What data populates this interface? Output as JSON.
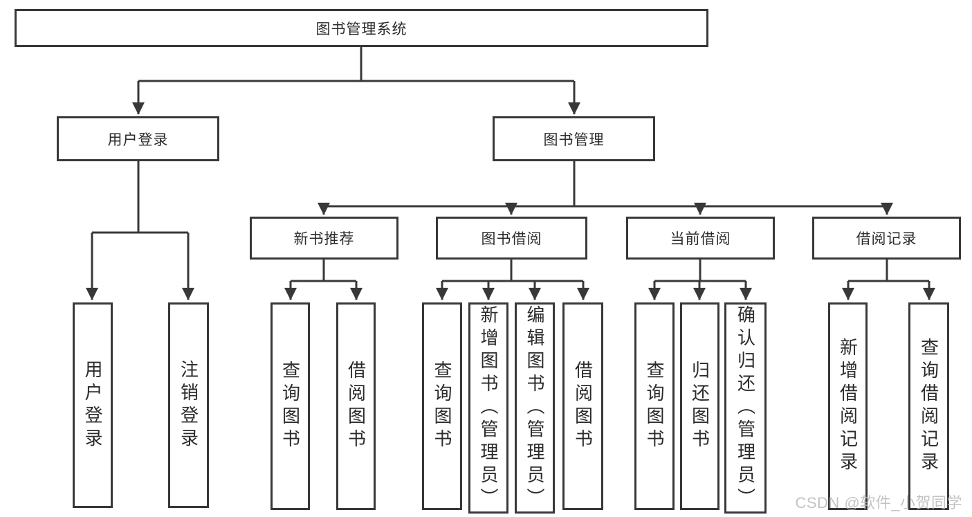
{
  "diagram": {
    "colors": {
      "line": "#383838",
      "text": "#2b2b2b",
      "box_bg": "#ffffff",
      "bg": "#ffffff",
      "watermark": "#b9b9b9"
    },
    "nodes": {
      "root": "图书管理系统",
      "user_login": "用户登录",
      "book_mgmt": "图书管理",
      "new_book_rec": "新书推荐",
      "book_borrow": "图书借阅",
      "current_borrow": "当前借阅",
      "borrow_record": "借阅记录",
      "leaf_user_login": "用户登录",
      "leaf_logout": "注销登录",
      "leaf_query_book_rec": "查询图书",
      "leaf_borrow_book_rec": "借阅图书",
      "leaf_query_book_bor": "查询图书",
      "leaf_add_book": "新增图书（管理员）",
      "leaf_edit_book": "编辑图书（管理员）",
      "leaf_borrow_book_bor": "借阅图书",
      "leaf_query_book_cur": "查询图书",
      "leaf_return_book": "归还图书",
      "leaf_confirm_return": "确认归还（管理员）",
      "leaf_add_record": "新增借阅记录",
      "leaf_query_record": "查询借阅记录"
    },
    "watermark": "CSDN @软件_小贺同学"
  }
}
